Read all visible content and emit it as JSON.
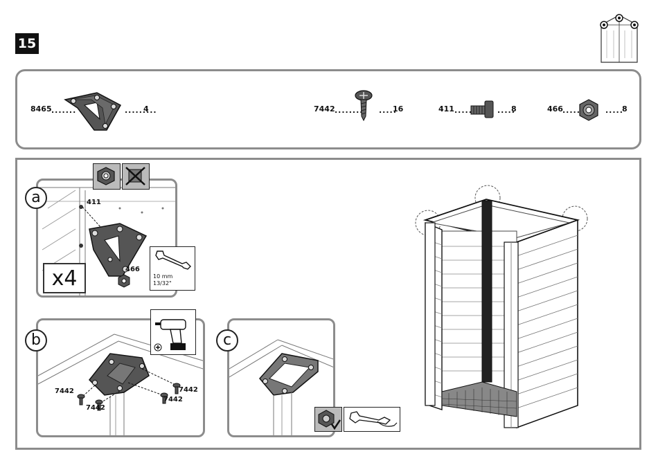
{
  "step": {
    "number": "15"
  },
  "parts": [
    {
      "code": "8465",
      "qty": "4",
      "icon": "corner-bracket-icon"
    },
    {
      "code": "7442",
      "qty": "16",
      "icon": "screw-icon"
    },
    {
      "code": "411",
      "qty": "8",
      "icon": "bolt-icon"
    },
    {
      "code": "466",
      "qty": "8",
      "icon": "nut-icon"
    }
  ],
  "panel_a": {
    "label": "a",
    "bolt_label": "411",
    "nut_label": "466",
    "multiplier": "x4",
    "tool": {
      "line1": "10 mm",
      "line2": "13/32\""
    }
  },
  "panel_b": {
    "label": "b",
    "screw_labels": [
      "7442",
      "7442",
      "7442",
      "7442"
    ]
  },
  "panel_c": {
    "label": "c"
  },
  "colors": {
    "frame": "#8c8c8c",
    "ink": "#111111",
    "dark_part": "#555555"
  }
}
